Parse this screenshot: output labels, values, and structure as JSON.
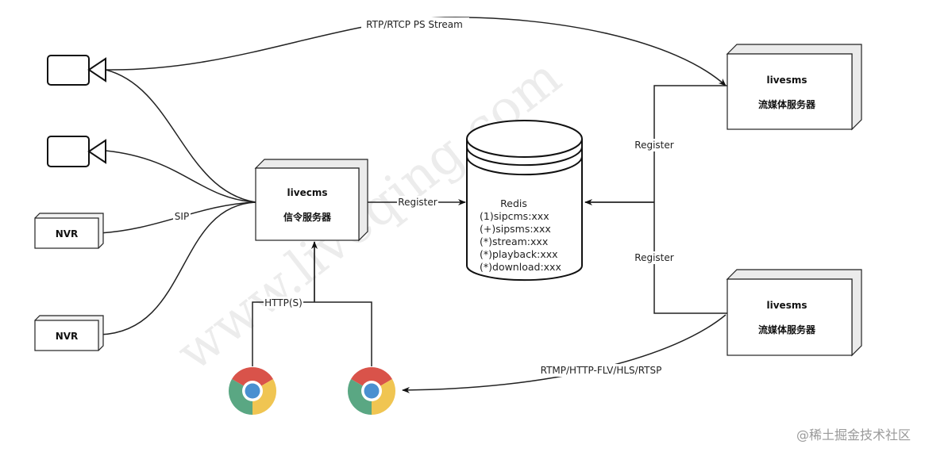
{
  "watermark": "www.liveqing.com",
  "credit": "@稀土掘金技术社区",
  "nodes": {
    "camera1": "camera",
    "camera2": "camera",
    "nvr1": "NVR",
    "nvr2": "NVR",
    "livecms": {
      "name": "livecms",
      "desc": "信令服务器"
    },
    "livesms1": {
      "name": "livesms",
      "desc": "流媒体服务器"
    },
    "livesms2": {
      "name": "livesms",
      "desc": "流媒体服务器"
    },
    "redis": {
      "title": "Redis",
      "lines": [
        "(1)sipcms:xxx",
        "(+)sipsms:xxx",
        "(*)stream:xxx",
        "(*)playback:xxx",
        "(*)download:xxx"
      ]
    }
  },
  "edges": {
    "rtp": "RTP/RTCP PS Stream",
    "sip": "SIP",
    "register_cms": "Register",
    "register_sms1": "Register",
    "register_sms2": "Register",
    "http": "HTTP(S)",
    "rtmp": "RTMP/HTTP-FLV/HLS/RTSP"
  }
}
